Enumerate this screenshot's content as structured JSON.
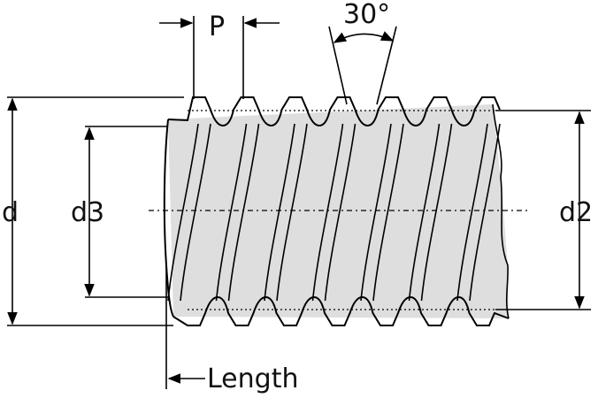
{
  "labels": {
    "pitch": "P",
    "angle": "30°",
    "major_diameter": "d",
    "minor_diameter": "d3",
    "pitch_diameter": "d2",
    "length": "Length"
  },
  "colors": {
    "body_fill": "#dedede",
    "stroke": "#000000",
    "text": "#111111"
  },
  "thread": {
    "crest_count": 7
  }
}
